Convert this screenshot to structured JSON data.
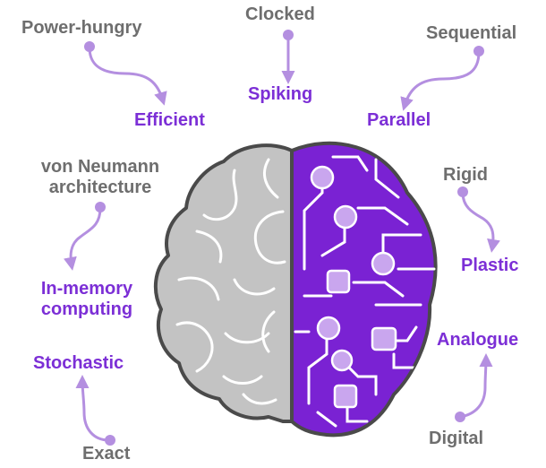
{
  "colors": {
    "gray_text": "#6e6e6e",
    "purple_text": "#7c2fd6",
    "brain_gray": "#c3c3c3",
    "brain_purple": "#7a22d3",
    "arrow_purple": "#b48fe0",
    "node_fill": "#c9a6ee",
    "outline": "#4a4a4a"
  },
  "labels": {
    "power_hungry": "Power-hungry",
    "efficient": "Efficient",
    "clocked": "Clocked",
    "spiking": "Spiking",
    "sequential": "Sequential",
    "parallel": "Parallel",
    "von_neumann_1": "von Neumann",
    "von_neumann_2": "architecture",
    "in_memory_1": "In-memory",
    "in_memory_2": "computing",
    "rigid": "Rigid",
    "plastic": "Plastic",
    "stochastic": "Stochastic",
    "exact": "Exact",
    "analogue": "Analogue",
    "digital": "Digital"
  },
  "icons": {
    "brain": "brain-icon"
  }
}
